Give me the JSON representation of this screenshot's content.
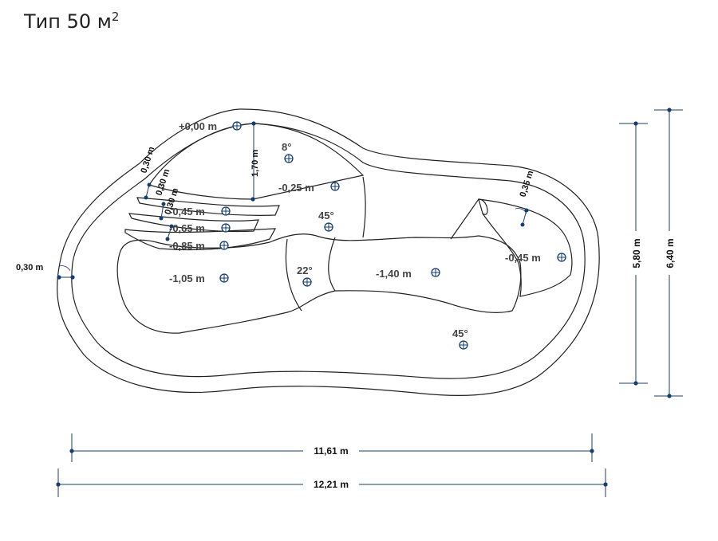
{
  "title": {
    "text": "Тип 50 м",
    "sup": "2"
  },
  "depths": {
    "d1": "+0,00 m",
    "d2": "-0,25 m",
    "d3": "-0,45 m",
    "d4": "-0,65 m",
    "d5": "-0,85 m",
    "d6": "-1,05 m",
    "d7": "-1,40 m",
    "d8": "-0,45 m"
  },
  "angles": {
    "a1": "8°",
    "a2": "45°",
    "a3": "22°",
    "a4": "45°"
  },
  "dimensions": {
    "left_wall": "0,30 m",
    "step_wall_1": "0,30 m",
    "step_wall_2": "0,30 m",
    "step_wall_3": "0,30 m",
    "bench_depth": "1,70 m",
    "right_wall": "0,35 m",
    "inner_width": "11,61 m",
    "outer_width": "12,21 m",
    "inner_height": "5,80 m",
    "outer_height": "6,40 m"
  },
  "colors": {
    "marker": "#123d70",
    "outline": "#222222"
  }
}
